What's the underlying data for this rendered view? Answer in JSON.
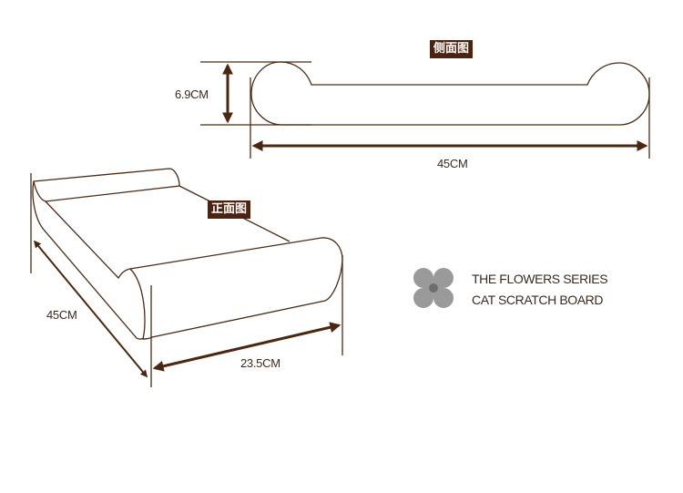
{
  "side_view": {
    "tag": "侧面图",
    "height_label": "6.9CM",
    "length_label": "45CM"
  },
  "front_view": {
    "tag": "正面图",
    "length_label": "45CM",
    "width_label": "23.5CM"
  },
  "brand": {
    "line1": "THE FLOWERS SERIES",
    "line2": "CAT SCRATCH BOARD",
    "icon": "flower-icon"
  },
  "colors": {
    "outline": "#4a2c17",
    "arrow": "#4b2610",
    "tag_bg": "#4a2410",
    "flower": "#9a9a9a",
    "flower_center": "#6e6e6e"
  }
}
